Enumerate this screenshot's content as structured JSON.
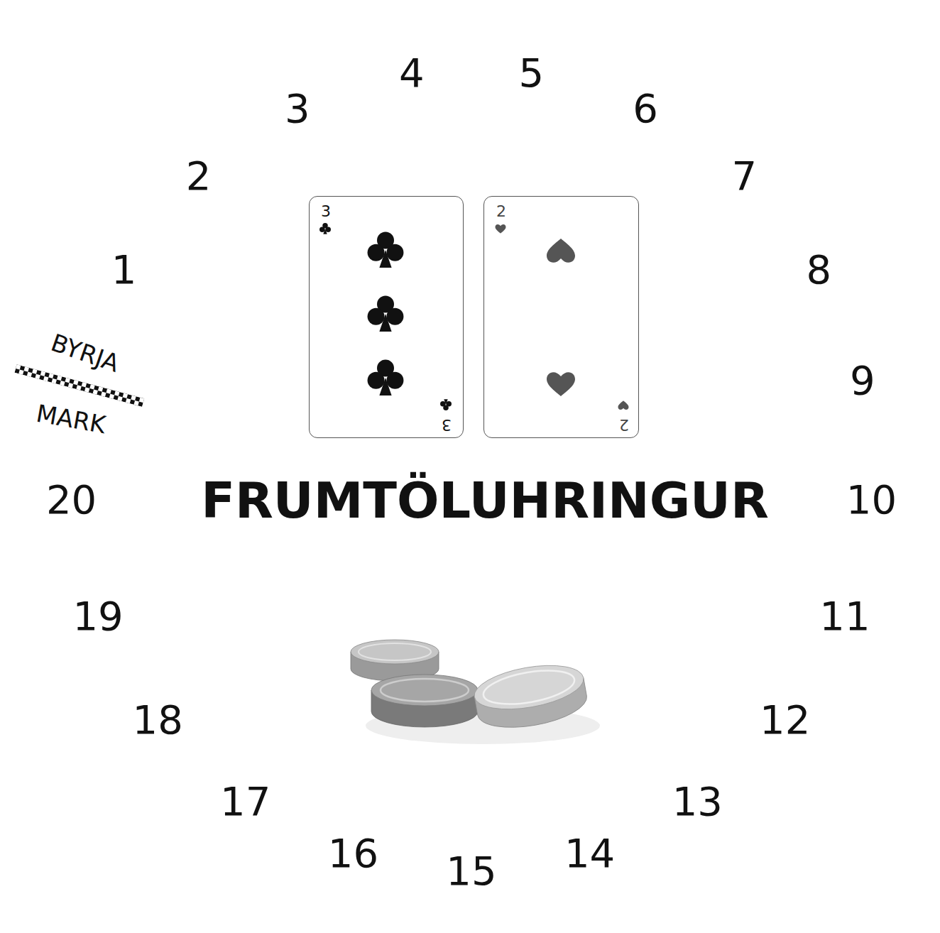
{
  "diagram": {
    "title": "FRUMTÖLUHRINGUR",
    "nodes": [
      {
        "text": [
          "BYRJA",
          "MARK"
        ]
      },
      {
        "text": [
          "1"
        ]
      },
      {
        "text": [
          "2"
        ]
      },
      {
        "text": [
          "3"
        ]
      },
      {
        "text": [
          "4"
        ]
      },
      {
        "text": [
          "5"
        ]
      },
      {
        "text": [
          "6"
        ]
      },
      {
        "text": [
          "7"
        ]
      },
      {
        "text": [
          "8"
        ]
      },
      {
        "text": [
          "9"
        ]
      },
      {
        "text": [
          "10"
        ]
      },
      {
        "text": [
          "11"
        ]
      },
      {
        "text": [
          "12"
        ]
      },
      {
        "text": [
          "13"
        ]
      },
      {
        "text": [
          "14"
        ]
      },
      {
        "text": [
          "15"
        ]
      },
      {
        "text": [
          "16"
        ]
      },
      {
        "text": [
          "17"
        ]
      },
      {
        "text": [
          "18"
        ]
      },
      {
        "text": [
          "19"
        ]
      },
      {
        "text": [
          "20"
        ]
      },
      {
        "text": [
          "3",
          "3"
        ]
      },
      {
        "text": [
          "2",
          "2"
        ]
      }
    ]
  }
}
